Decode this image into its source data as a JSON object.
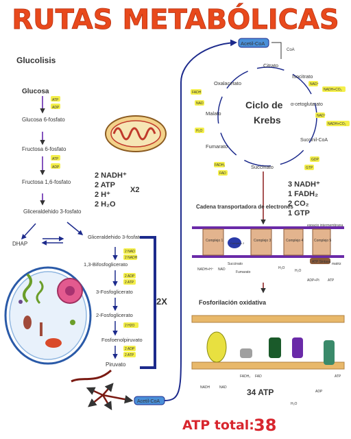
{
  "title": "RUTAS METABÓLICAS",
  "glycolysis": {
    "heading": "Glucolisis",
    "steps": [
      "Glucosa",
      "Glucosa 6-fosfato",
      "Fructosa 6-fosfato",
      "Fructosa 1,6-fosfato",
      "Gliceraldehido 3-fosfato",
      "DHAP",
      "Gliceraldehido 3-fosfato",
      "1,3-Bifosfoglicerato",
      "3-Fosfoglicerato",
      "2-Fosfoglicerato",
      "Fosfoenolpiruvato",
      "Piruvato"
    ],
    "cofactors": [
      "ATP",
      "ADP",
      "ATP",
      "ADP",
      "2 NAD",
      "2 NADH",
      "2 ADP",
      "2 ATP",
      "2 H2O",
      "2 ADP",
      "2 ATP"
    ],
    "multiplier": "2X",
    "summary": [
      "2 NADH⁺",
      "2 ATP",
      "2 H⁺",
      "2 H₂O"
    ],
    "summary_multiplier": "X2"
  },
  "krebs": {
    "heading_line1": "Ciclo de",
    "heading_line2": "Krebs",
    "acetyl_coa": "Acetil-CoA",
    "coa": "CoA",
    "intermediates": [
      "Citrato",
      "Isocitrato",
      "α-cetoglutarato",
      "Succinil-CoA",
      "Succinato",
      "Fumarato",
      "Malato",
      "Oxalacetato"
    ],
    "cofactors": [
      "NAD⁺",
      "NADH+CO₂",
      "NAD⁺",
      "NADH+CO₂",
      "GDP",
      "GTP",
      "FADH₂",
      "FAD",
      "H₂O",
      "FADH",
      "NAD"
    ],
    "summary": [
      "3 NADH⁺",
      "1 FADH₂",
      "2 CO₂",
      "1 GTP"
    ]
  },
  "etc": {
    "heading": "Cadena transportadora de electrones",
    "space_label": "espacio intermembrana",
    "matrix_label": "matriz",
    "complexes": [
      "Complejo 1",
      "Complejo 2",
      "Complejo 3",
      "Complejo 4",
      "Complejo 5"
    ],
    "labels": [
      "NADH+H⁺",
      "NAD",
      "Succinato",
      "Fumarato",
      "H₂O",
      "H₂O",
      "ATP Sintasa",
      "ADP+Pi",
      "ATP"
    ]
  },
  "oxphos": {
    "heading": "Fosforilación oxidativa",
    "labels": [
      "NADH",
      "NAD",
      "FADH₂",
      "FAD",
      "ADP",
      "ATP",
      "H₂O"
    ],
    "total_atp": "34 ATP"
  },
  "acetyl_bottom": "Acetil-CoA",
  "atp_total_label": "ATP total:",
  "atp_total_value": "38",
  "colors": {
    "title": "#e8491c",
    "green": "#3c7a1a",
    "purple": "#5a1aa8",
    "yellow": "#f4ef4a",
    "red": "#d8262e",
    "navy": "#1c2a8c"
  }
}
